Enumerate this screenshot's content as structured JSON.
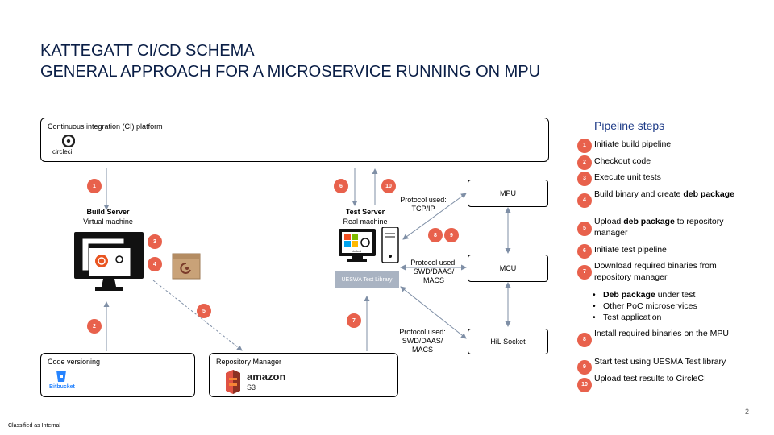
{
  "title_line1": "KATTEGATT CI/CD SCHEMA",
  "title_line2": "GENERAL APPROACH FOR A MICROSERVICE RUNNING ON MPU",
  "ci_platform": {
    "label": "Continuous integration (CI) platform",
    "logo_text": "circleci"
  },
  "build_server": {
    "title": "Build Server",
    "subtitle": "Virtual machine"
  },
  "test_server": {
    "title": "Test Server",
    "subtitle": "Real machine",
    "library": "UESWA Test Library",
    "logo_text": "circleci"
  },
  "code_versioning": {
    "label": "Code versioning",
    "logo_text": "Bitbucket"
  },
  "repo_manager": {
    "label": "Repository Manager",
    "logo_main": "amazon",
    "logo_sub": "S3"
  },
  "devices": {
    "mpu": "MPU",
    "mcu": "MCU",
    "hil": "HiL Socket"
  },
  "protocols": {
    "p1_line1": "Protocol used:",
    "p1_line2": "TCP/IP",
    "p2_line1": "Protocol used:",
    "p2_line2": "SWD/DAAS/",
    "p2_line3": "MACS",
    "p3_line1": "Protocol used:",
    "p3_line2": "SWD/DAAS/",
    "p3_line3": "MACS"
  },
  "badges": [
    "1",
    "2",
    "3",
    "4",
    "5",
    "6",
    "7",
    "8",
    "9",
    "10"
  ],
  "pipeline": {
    "heading": "Pipeline steps",
    "steps": [
      {
        "num": "1",
        "text": "Initiate build pipeline"
      },
      {
        "num": "2",
        "text": "Checkout code"
      },
      {
        "num": "3",
        "text": "Execute unit tests"
      },
      {
        "num": "4",
        "pre": "Build binary and create ",
        "bold": "deb package",
        "post": ""
      },
      {
        "num": "5",
        "pre": "Upload ",
        "bold": "deb package",
        "post": " to repository manager"
      },
      {
        "num": "6",
        "text": "Initiate test pipeline"
      },
      {
        "num": "7",
        "text": "Download required binaries from repository manager"
      },
      {
        "num": "8",
        "text": "Install required binaries on the MPU"
      },
      {
        "num": "9",
        "text": "Start test using UESMA Test library"
      },
      {
        "num": "10",
        "text": "Upload test results to CircleCI"
      }
    ],
    "sub_items": [
      {
        "bold": "Deb package",
        "post": " under test"
      },
      {
        "text": "Other PoC microservices"
      },
      {
        "text": "Test application"
      }
    ]
  },
  "footer": {
    "classification": "Classified as Internal",
    "page_number": "2"
  },
  "colors": {
    "badge": "#e8614c",
    "title": "#0a1e46",
    "heading": "#1f3c88",
    "arrow": "#7f8fa6"
  }
}
